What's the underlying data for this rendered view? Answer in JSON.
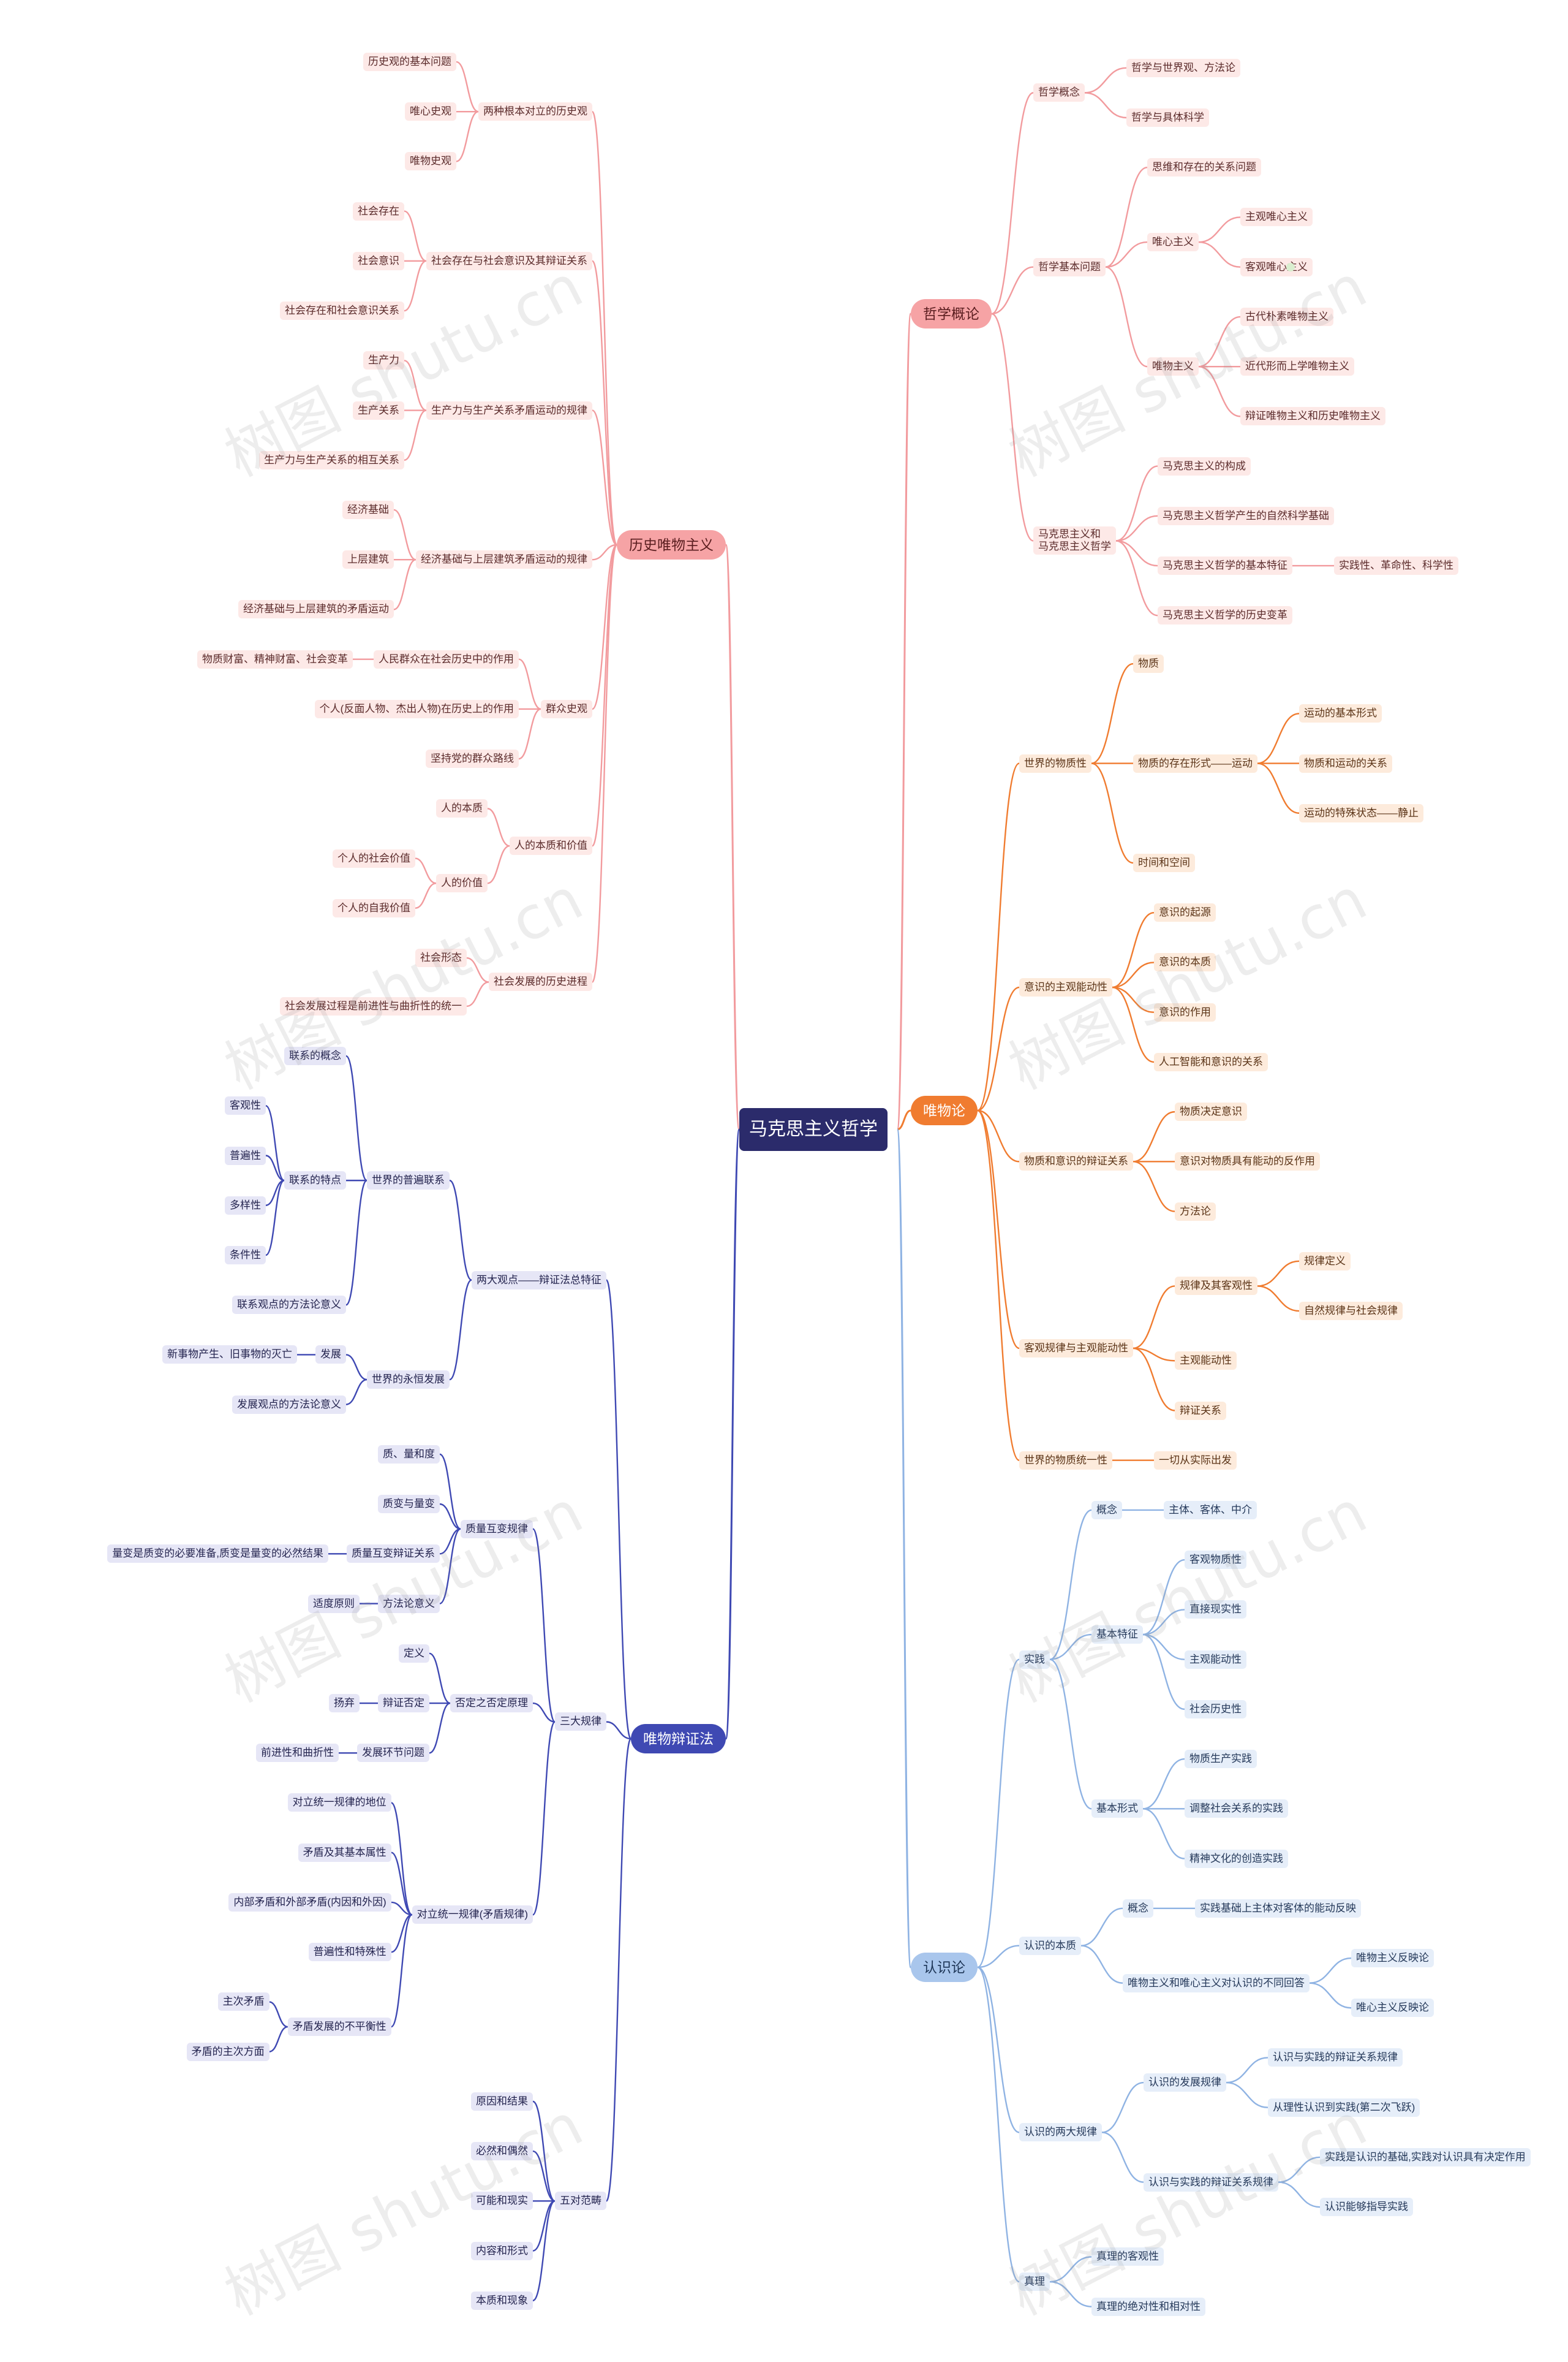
{
  "root": {
    "label": "马克思主义哲学"
  },
  "watermark": "树图 shutu.cn",
  "colors": {
    "red": "#f29b9e",
    "orange": "#f07c30",
    "blue": "#8fb3e3",
    "indigo": "#3f49b3",
    "root": "#2b2b6b"
  },
  "branches": [
    {
      "id": "b0",
      "label": "哲学概论",
      "theme": "red",
      "children": [
        {
          "label": "哲学概念",
          "children": [
            {
              "label": "哲学与世界观、方法论"
            },
            {
              "label": "哲学与具体科学"
            }
          ]
        },
        {
          "label": "哲学基本问题",
          "children": [
            {
              "label": "思维和存在的关系问题"
            },
            {
              "label": "唯心主义",
              "children": [
                {
                  "label": "主观唯心主义"
                },
                {
                  "label": "客观唯心主义"
                }
              ]
            },
            {
              "label": "唯物主义",
              "children": [
                {
                  "label": "古代朴素唯物主义"
                },
                {
                  "label": "近代形而上学唯物主义"
                },
                {
                  "label": "辩证唯物主义和历史唯物主义"
                }
              ]
            }
          ]
        },
        {
          "label": "马克思主义和\n马克思主义哲学",
          "children": [
            {
              "label": "马克思主义的构成"
            },
            {
              "label": "马克思主义哲学产生的自然科学基础"
            },
            {
              "label": "马克思主义哲学的基本特征",
              "children": [
                {
                  "label": "实践性、革命性、科学性"
                }
              ]
            },
            {
              "label": "马克思主义哲学的历史变革"
            }
          ]
        }
      ]
    },
    {
      "id": "b1",
      "label": "唯物论",
      "theme": "orange",
      "children": [
        {
          "label": "世界的物质性",
          "children": [
            {
              "label": "物质"
            },
            {
              "label": "物质的存在形式——运动",
              "children": [
                {
                  "label": "运动的基本形式"
                },
                {
                  "label": "物质和运动的关系"
                },
                {
                  "label": "运动的特殊状态——静止"
                }
              ]
            },
            {
              "label": "时间和空间"
            }
          ]
        },
        {
          "label": "意识的主观能动性",
          "children": [
            {
              "label": "意识的起源"
            },
            {
              "label": "意识的本质"
            },
            {
              "label": "意识的作用"
            },
            {
              "label": "人工智能和意识的关系"
            }
          ]
        },
        {
          "label": "物质和意识的辩证关系",
          "children": [
            {
              "label": "物质决定意识"
            },
            {
              "label": "意识对物质具有能动的反作用"
            },
            {
              "label": "方法论"
            }
          ]
        },
        {
          "label": "客观规律与主观能动性",
          "children": [
            {
              "label": "规律及其客观性",
              "children": [
                {
                  "label": "规律定义"
                },
                {
                  "label": "自然规律与社会规律"
                }
              ]
            },
            {
              "label": "主观能动性"
            },
            {
              "label": "辩证关系"
            }
          ]
        },
        {
          "label": "世界的物质统一性",
          "children": [
            {
              "label": "一切从实际出发"
            }
          ]
        }
      ]
    },
    {
      "id": "b2",
      "label": "认识论",
      "theme": "blue",
      "children": [
        {
          "label": "实践",
          "children": [
            {
              "label": "概念",
              "children": [
                {
                  "label": "主体、客体、中介"
                }
              ]
            },
            {
              "label": "基本特征",
              "children": [
                {
                  "label": "客观物质性"
                },
                {
                  "label": "直接现实性"
                },
                {
                  "label": "主观能动性"
                },
                {
                  "label": "社会历史性"
                }
              ]
            },
            {
              "label": "基本形式",
              "children": [
                {
                  "label": "物质生产实践"
                },
                {
                  "label": "调整社会关系的实践"
                },
                {
                  "label": "精神文化的创造实践"
                }
              ]
            }
          ]
        },
        {
          "label": "认识的本质",
          "children": [
            {
              "label": "概念",
              "children": [
                {
                  "label": "实践基础上主体对客体的能动反映"
                }
              ]
            },
            {
              "label": "唯物主义和唯心主义对认识的不同回答",
              "children": [
                {
                  "label": "唯物主义反映论"
                },
                {
                  "label": "唯心主义反映论"
                }
              ]
            }
          ]
        },
        {
          "label": "认识的两大规律",
          "children": [
            {
              "label": "认识的发展规律",
              "children": [
                {
                  "label": "认识与实践的辩证关系规律"
                },
                {
                  "label": "从理性认识到实践(第二次飞跃)"
                }
              ]
            },
            {
              "label": "认识与实践的辩证关系规律",
              "children": [
                {
                  "label": "实践是认识的基础,实践对认识具有决定作用"
                },
                {
                  "label": "认识能够指导实践"
                }
              ]
            }
          ]
        },
        {
          "label": "真理",
          "children": [
            {
              "label": "真理的客观性"
            },
            {
              "label": "真理的绝对性和相对性"
            }
          ]
        }
      ]
    },
    {
      "id": "b3",
      "label": "历史唯物主义",
      "theme": "red",
      "children": [
        {
          "label": "两种根本对立的历史观",
          "children": [
            {
              "label": "历史观的基本问题"
            },
            {
              "label": "唯心史观"
            },
            {
              "label": "唯物史观"
            }
          ]
        },
        {
          "label": "社会存在与社会意识及其辩证关系",
          "children": [
            {
              "label": "社会存在"
            },
            {
              "label": "社会意识"
            },
            {
              "label": "社会存在和社会意识关系"
            }
          ]
        },
        {
          "label": "生产力与生产关系矛盾运动的规律",
          "children": [
            {
              "label": "生产力"
            },
            {
              "label": "生产关系"
            },
            {
              "label": "生产力与生产关系的相互关系"
            }
          ]
        },
        {
          "label": "经济基础与上层建筑矛盾运动的规律",
          "children": [
            {
              "label": "经济基础"
            },
            {
              "label": "上层建筑"
            },
            {
              "label": "经济基础与上层建筑的矛盾运动"
            }
          ]
        },
        {
          "label": "群众史观",
          "children": [
            {
              "label": "人民群众在社会历史中的作用",
              "children": [
                {
                  "label": "物质财富、精神财富、社会变革"
                }
              ]
            },
            {
              "label": "个人(反面人物、杰出人物)在历史上的作用"
            },
            {
              "label": "坚持党的群众路线"
            }
          ]
        },
        {
          "label": "人的本质和价值",
          "children": [
            {
              "label": "人的本质"
            },
            {
              "label": "人的价值",
              "children": [
                {
                  "label": "个人的社会价值"
                },
                {
                  "label": "个人的自我价值"
                }
              ]
            }
          ]
        },
        {
          "label": "社会发展的历史进程",
          "children": [
            {
              "label": "社会形态"
            },
            {
              "label": "社会发展过程是前进性与曲折性的统一"
            }
          ]
        }
      ]
    },
    {
      "id": "b4",
      "label": "唯物辩证法",
      "theme": "indigo",
      "children": [
        {
          "label": "两大观点——辩证法总特征",
          "children": [
            {
              "label": "世界的普遍联系",
              "children": [
                {
                  "label": "联系的概念"
                },
                {
                  "label": "联系的特点",
                  "children": [
                    {
                      "label": "客观性"
                    },
                    {
                      "label": "普遍性"
                    },
                    {
                      "label": "多样性"
                    },
                    {
                      "label": "条件性"
                    }
                  ]
                },
                {
                  "label": "联系观点的方法论意义"
                }
              ]
            },
            {
              "label": "世界的永恒发展",
              "children": [
                {
                  "label": "发展",
                  "children": [
                    {
                      "label": "新事物产生、旧事物的灭亡"
                    }
                  ]
                },
                {
                  "label": "发展观点的方法论意义"
                }
              ]
            }
          ]
        },
        {
          "label": "三大规律",
          "children": [
            {
              "label": "质量互变规律",
              "children": [
                {
                  "label": "质、量和度"
                },
                {
                  "label": "质变与量变"
                },
                {
                  "label": "质量互变辩证关系",
                  "children": [
                    {
                      "label": "量变是质变的必要准备,质变是量变的必然结果"
                    }
                  ]
                },
                {
                  "label": "方法论意义",
                  "children": [
                    {
                      "label": "适度原则"
                    }
                  ]
                }
              ]
            },
            {
              "label": "否定之否定原理",
              "children": [
                {
                  "label": "定义"
                },
                {
                  "label": "辩证否定",
                  "children": [
                    {
                      "label": "扬弃"
                    }
                  ]
                },
                {
                  "label": "发展环节问题",
                  "children": [
                    {
                      "label": "前进性和曲折性"
                    }
                  ]
                }
              ]
            },
            {
              "label": "对立统一规律(矛盾规律)",
              "children": [
                {
                  "label": "对立统一规律的地位"
                },
                {
                  "label": "矛盾及其基本属性"
                },
                {
                  "label": "内部矛盾和外部矛盾(内因和外因)"
                },
                {
                  "label": "普遍性和特殊性"
                },
                {
                  "label": "矛盾发展的不平衡性",
                  "children": [
                    {
                      "label": "主次矛盾"
                    },
                    {
                      "label": "矛盾的主次方面"
                    }
                  ]
                }
              ]
            }
          ]
        },
        {
          "label": "五对范畴",
          "children": [
            {
              "label": "原因和结果"
            },
            {
              "label": "必然和偶然"
            },
            {
              "label": "可能和现实"
            },
            {
              "label": "内容和形式"
            },
            {
              "label": "本质和现象"
            }
          ]
        }
      ]
    }
  ]
}
